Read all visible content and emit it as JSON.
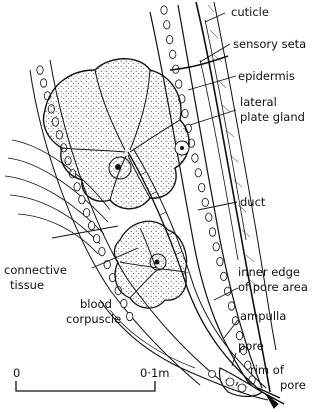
{
  "labels": {
    "cuticle": "cuticle",
    "sensory_seta": "sensory seta",
    "epidermis": "epidermis",
    "lateral_plate_gland_1": "lateral",
    "lateral_plate_gland_2": "plate gland",
    "duct": "duct",
    "connective_tissue_1": "connective",
    "connective_tissue_2": "tissue",
    "inner_edge_1": "inner edge",
    "inner_edge_2": "of pore area",
    "blood_corpuscle_1": "blood",
    "blood_corpuscle_2": "corpuscle",
    "ampulla": "ampulla",
    "pore": "pore",
    "rim_of_pore_1": "rim of",
    "rim_of_pore_2": "pore"
  },
  "scale_bar": {
    "start_label": "0",
    "end_label": "0·1m"
  }
}
